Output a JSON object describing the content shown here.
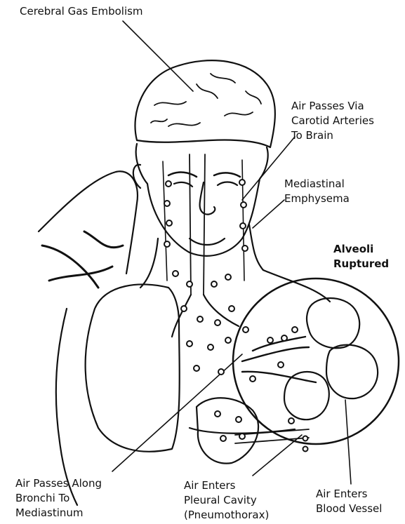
{
  "labels": {
    "cerebral": [
      "Cerebral Gas Embolism"
    ],
    "carotid": [
      "Air Passes Via",
      "Carotid Arteries",
      "To Brain"
    ],
    "mediastinal": [
      "Mediastinal",
      "Emphysema"
    ],
    "alveoli": [
      "Alveoli",
      "Ruptured"
    ],
    "bronchi": [
      "Air Passes Along",
      "Bronchi To",
      "Mediastinum"
    ],
    "pleural": [
      "Air Enters",
      "Pleural Cavity",
      "(Pneumothorax)"
    ],
    "blood": [
      "Air Enters",
      "Blood Vessel"
    ]
  },
  "colors": {
    "ink": "#111111",
    "paper": "#ffffff"
  }
}
